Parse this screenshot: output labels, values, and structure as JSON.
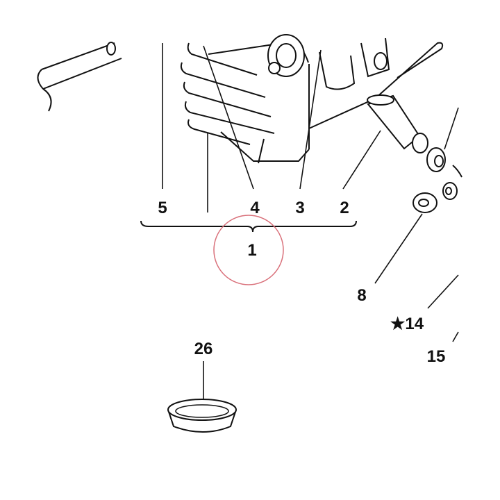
{
  "labels": {
    "l1": "1",
    "l2": "2",
    "l3": "3",
    "l4": "4",
    "l5": "5",
    "l8": "8",
    "l14": "★14",
    "l15": "15",
    "l26": "26"
  },
  "colors": {
    "ink": "#111111",
    "highlight_circle": "#d9707a",
    "background": "#ffffff"
  }
}
